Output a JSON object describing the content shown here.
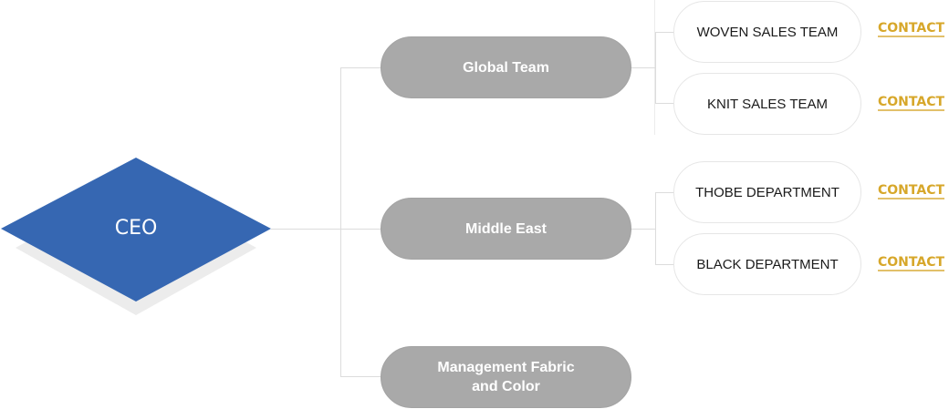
{
  "ceo": {
    "label": "CEO",
    "color": "#3667b2",
    "shadow_color": "#ececec"
  },
  "divisions": [
    {
      "label": "Global Team"
    },
    {
      "label": "Middle East"
    },
    {
      "label": "Management Fabric\nand Color"
    }
  ],
  "teams": [
    {
      "label": "WOVEN SALES TEAM",
      "contact": "CONTACT"
    },
    {
      "label": "KNIT SALES TEAM",
      "contact": "CONTACT"
    },
    {
      "label": "THOBE DEPARTMENT",
      "contact": "CONTACT"
    },
    {
      "label": "BLACK DEPARTMENT",
      "contact": "CONTACT"
    }
  ],
  "colors": {
    "division_fill": "#a9a9a9",
    "contact": "#d7a72a",
    "line": "#dcdcdc"
  }
}
